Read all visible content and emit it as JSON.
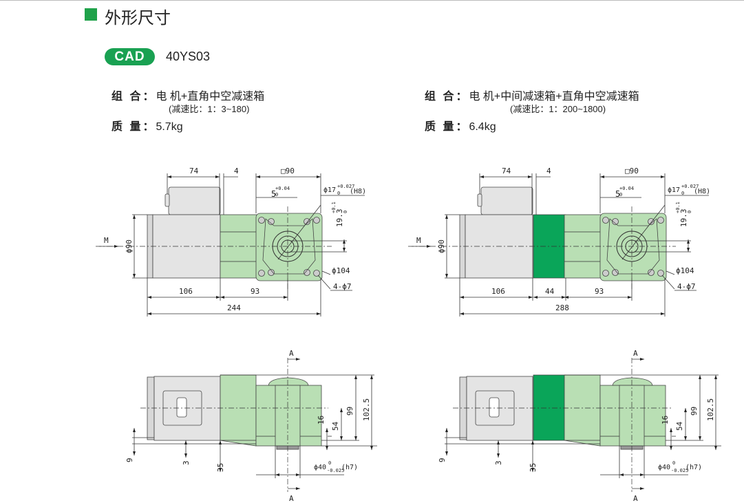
{
  "section_title": "外形尺寸",
  "cad_badge": "CAD",
  "model": "40YS03",
  "colors": {
    "accent": "#1fa24a",
    "gearbox": "#b9dfb4",
    "intermediate_gearbox": "#0aa559",
    "motor": "#e4e4e4"
  },
  "variants": [
    {
      "combo_label": "组 合：",
      "combo_value": "电 机+直角中空减速箱",
      "ratio": "(减速比：1：3~180)",
      "weight_label": "质 量：",
      "weight_value": "5.7kg",
      "dims": {
        "d74": "74",
        "d4": "4",
        "sq90": "□90",
        "key": "5",
        "key_tol_up": "+0.04",
        "key_tol_lo": "0",
        "bore": "ϕ17",
        "bore_tol_up": "+0.027",
        "bore_tol_lo": "0",
        "bore_fit": "(H8)",
        "h193": "19.3",
        "h193_up": "+0.1",
        "h193_lo": "0",
        "pcd": "ϕ104",
        "holes": "4-ϕ7",
        "phi90": "ϕ90",
        "M": "M",
        "d106": "106",
        "d93": "93",
        "total": "244",
        "A": "A",
        "d99": "99",
        "d1025": "102.5",
        "d16": "16",
        "d54": "54",
        "d9": "9",
        "d3": "3",
        "d35": "35",
        "shaft": "ϕ40",
        "shaft_up": "0",
        "shaft_lo": "-0.025",
        "shaft_fit": "(h7)"
      }
    },
    {
      "combo_label": "组 合：",
      "combo_value": "电 机+中间减速箱+直角中空减速箱",
      "ratio": "(减速比：1：200~1800)",
      "weight_label": "质 量：",
      "weight_value": "6.4kg",
      "dims": {
        "d74": "74",
        "d4": "4",
        "sq90": "□90",
        "key": "5",
        "key_tol_up": "+0.04",
        "key_tol_lo": "0",
        "bore": "ϕ17",
        "bore_tol_up": "+0.027",
        "bore_tol_lo": "0",
        "bore_fit": "(H8)",
        "h193": "19.3",
        "h193_up": "+0.1",
        "h193_lo": "0",
        "pcd": "ϕ104",
        "holes": "4-ϕ7",
        "phi90": "ϕ90",
        "M": "M",
        "d106": "106",
        "d44": "44",
        "d93": "93",
        "total": "288",
        "A": "A",
        "d99": "99",
        "d1025": "102.5",
        "d16": "16",
        "d54": "54",
        "d9": "9",
        "d3": "3",
        "d35": "35",
        "shaft": "ϕ40",
        "shaft_up": "0",
        "shaft_lo": "-0.025",
        "shaft_fit": "(h7)"
      }
    }
  ]
}
